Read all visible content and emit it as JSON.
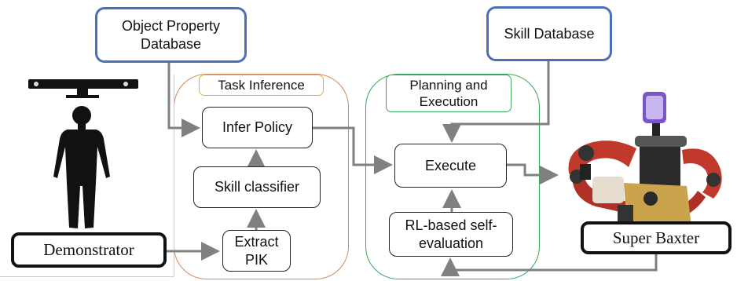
{
  "databases": {
    "object_property": "Object Property\nDatabase",
    "skill": "Skill Database"
  },
  "groups": {
    "task_inference": "Task Inference",
    "planning": "Planning and\nExecution"
  },
  "nodes": {
    "infer_policy": "Infer Policy",
    "skill_classifier": "Skill classifier",
    "extract_pik": "Extract\nPIK",
    "execute": "Execute",
    "rl_eval": "RL-based self-\nevaluation"
  },
  "actors": {
    "demonstrator": "Demonstrator",
    "robot": "Super Baxter"
  },
  "colors": {
    "db_border": "#4a6fb5",
    "task_group": "#d08a5a",
    "plan_group": "#39a85a",
    "arrow": "#808080"
  }
}
